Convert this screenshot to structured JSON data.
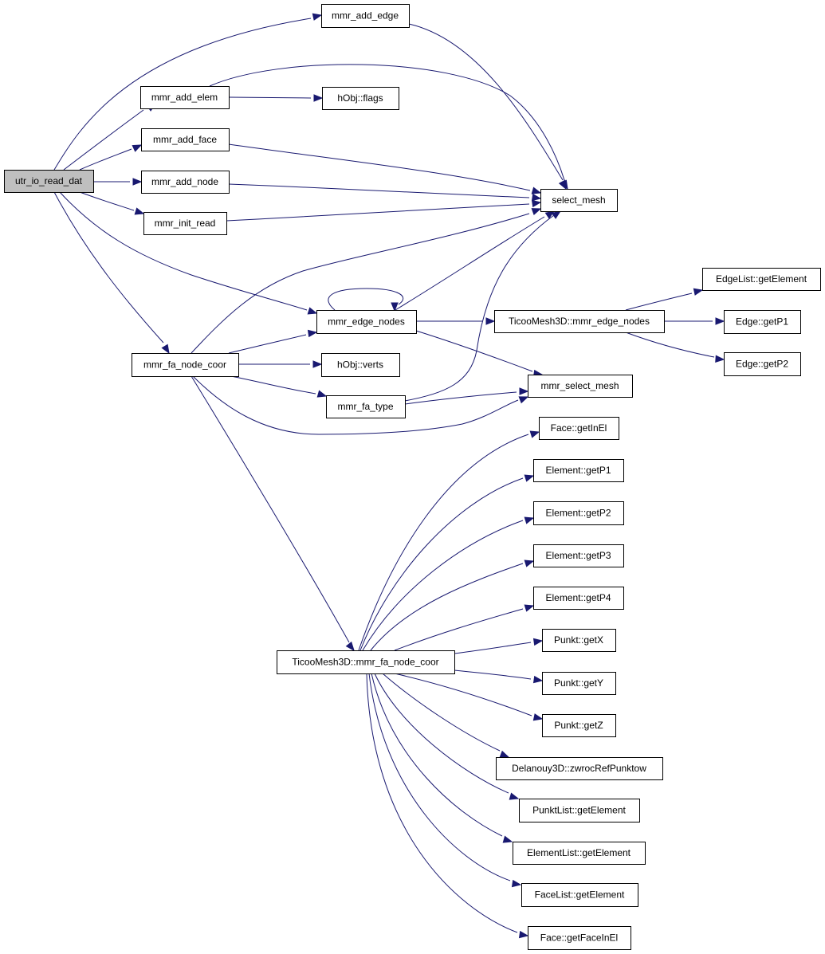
{
  "graph": {
    "type": "call-graph",
    "nodes": [
      {
        "id": "utr_io_read_dat",
        "label": "utr_io_read_dat",
        "root": true
      },
      {
        "id": "mmr_add_edge",
        "label": "mmr_add_edge"
      },
      {
        "id": "mmr_add_elem",
        "label": "mmr_add_elem"
      },
      {
        "id": "hobj_flags",
        "label": "hObj::flags"
      },
      {
        "id": "mmr_add_face",
        "label": "mmr_add_face"
      },
      {
        "id": "mmr_add_node",
        "label": "mmr_add_node"
      },
      {
        "id": "select_mesh",
        "label": "select_mesh"
      },
      {
        "id": "mmr_init_read",
        "label": "mmr_init_read"
      },
      {
        "id": "edgelist_getelement",
        "label": "EdgeList::getElement"
      },
      {
        "id": "mmr_edge_nodes",
        "label": "mmr_edge_nodes"
      },
      {
        "id": "ticoo_mmr_edge_nodes",
        "label": "TicooMesh3D::mmr_edge_nodes"
      },
      {
        "id": "edge_getp1",
        "label": "Edge::getP1"
      },
      {
        "id": "mmr_fa_node_coor",
        "label": "mmr_fa_node_coor"
      },
      {
        "id": "hobj_verts",
        "label": "hObj::verts"
      },
      {
        "id": "edge_getp2",
        "label": "Edge::getP2"
      },
      {
        "id": "mmr_select_mesh",
        "label": "mmr_select_mesh"
      },
      {
        "id": "mmr_fa_type",
        "label": "mmr_fa_type"
      },
      {
        "id": "face_getinel",
        "label": "Face::getInEl"
      },
      {
        "id": "element_getp1",
        "label": "Element::getP1"
      },
      {
        "id": "element_getp2",
        "label": "Element::getP2"
      },
      {
        "id": "element_getp3",
        "label": "Element::getP3"
      },
      {
        "id": "element_getp4",
        "label": "Element::getP4"
      },
      {
        "id": "punkt_getx",
        "label": "Punkt::getX"
      },
      {
        "id": "ticoo_mmr_fa_node_coor",
        "label": "TicooMesh3D::mmr_fa_node_coor"
      },
      {
        "id": "punkt_gety",
        "label": "Punkt::getY"
      },
      {
        "id": "punkt_getz",
        "label": "Punkt::getZ"
      },
      {
        "id": "delanouy_zwroc",
        "label": "Delanouy3D::zwrocRefPunktow"
      },
      {
        "id": "punktlist_getelement",
        "label": "PunktList::getElement"
      },
      {
        "id": "elementlist_getelement",
        "label": "ElementList::getElement"
      },
      {
        "id": "facelist_getelement",
        "label": "FaceList::getElement"
      },
      {
        "id": "face_getfaceinel",
        "label": "Face::getFaceInEl"
      }
    ],
    "edges": [
      {
        "from": "utr_io_read_dat",
        "to": "mmr_add_edge"
      },
      {
        "from": "utr_io_read_dat",
        "to": "mmr_add_elem"
      },
      {
        "from": "utr_io_read_dat",
        "to": "mmr_add_face"
      },
      {
        "from": "utr_io_read_dat",
        "to": "mmr_add_node"
      },
      {
        "from": "utr_io_read_dat",
        "to": "mmr_init_read"
      },
      {
        "from": "utr_io_read_dat",
        "to": "mmr_edge_nodes"
      },
      {
        "from": "utr_io_read_dat",
        "to": "mmr_fa_node_coor"
      },
      {
        "from": "mmr_add_edge",
        "to": "select_mesh"
      },
      {
        "from": "mmr_add_elem",
        "to": "hobj_flags"
      },
      {
        "from": "mmr_add_elem",
        "to": "select_mesh"
      },
      {
        "from": "mmr_add_face",
        "to": "select_mesh"
      },
      {
        "from": "mmr_add_node",
        "to": "select_mesh"
      },
      {
        "from": "mmr_init_read",
        "to": "select_mesh"
      },
      {
        "from": "mmr_edge_nodes",
        "to": "mmr_edge_nodes"
      },
      {
        "from": "mmr_edge_nodes",
        "to": "select_mesh"
      },
      {
        "from": "mmr_edge_nodes",
        "to": "ticoo_mmr_edge_nodes"
      },
      {
        "from": "mmr_edge_nodes",
        "to": "mmr_select_mesh"
      },
      {
        "from": "ticoo_mmr_edge_nodes",
        "to": "edgelist_getelement"
      },
      {
        "from": "ticoo_mmr_edge_nodes",
        "to": "edge_getp1"
      },
      {
        "from": "ticoo_mmr_edge_nodes",
        "to": "edge_getp2"
      },
      {
        "from": "mmr_fa_node_coor",
        "to": "select_mesh"
      },
      {
        "from": "mmr_fa_node_coor",
        "to": "mmr_edge_nodes"
      },
      {
        "from": "mmr_fa_node_coor",
        "to": "hobj_verts"
      },
      {
        "from": "mmr_fa_node_coor",
        "to": "mmr_fa_type"
      },
      {
        "from": "mmr_fa_node_coor",
        "to": "mmr_select_mesh"
      },
      {
        "from": "mmr_fa_node_coor",
        "to": "ticoo_mmr_fa_node_coor"
      },
      {
        "from": "mmr_fa_type",
        "to": "select_mesh"
      },
      {
        "from": "mmr_fa_type",
        "to": "mmr_select_mesh"
      },
      {
        "from": "ticoo_mmr_fa_node_coor",
        "to": "face_getinel"
      },
      {
        "from": "ticoo_mmr_fa_node_coor",
        "to": "element_getp1"
      },
      {
        "from": "ticoo_mmr_fa_node_coor",
        "to": "element_getp2"
      },
      {
        "from": "ticoo_mmr_fa_node_coor",
        "to": "element_getp3"
      },
      {
        "from": "ticoo_mmr_fa_node_coor",
        "to": "element_getp4"
      },
      {
        "from": "ticoo_mmr_fa_node_coor",
        "to": "punkt_getx"
      },
      {
        "from": "ticoo_mmr_fa_node_coor",
        "to": "punkt_gety"
      },
      {
        "from": "ticoo_mmr_fa_node_coor",
        "to": "punkt_getz"
      },
      {
        "from": "ticoo_mmr_fa_node_coor",
        "to": "delanouy_zwroc"
      },
      {
        "from": "ticoo_mmr_fa_node_coor",
        "to": "punktlist_getelement"
      },
      {
        "from": "ticoo_mmr_fa_node_coor",
        "to": "elementlist_getelement"
      },
      {
        "from": "ticoo_mmr_fa_node_coor",
        "to": "facelist_getelement"
      },
      {
        "from": "ticoo_mmr_fa_node_coor",
        "to": "face_getfaceinel"
      }
    ],
    "colors": {
      "edge": "#191970",
      "root_fill": "#bfbfbf",
      "node_fill": "#ffffff",
      "node_border": "#000000"
    }
  }
}
